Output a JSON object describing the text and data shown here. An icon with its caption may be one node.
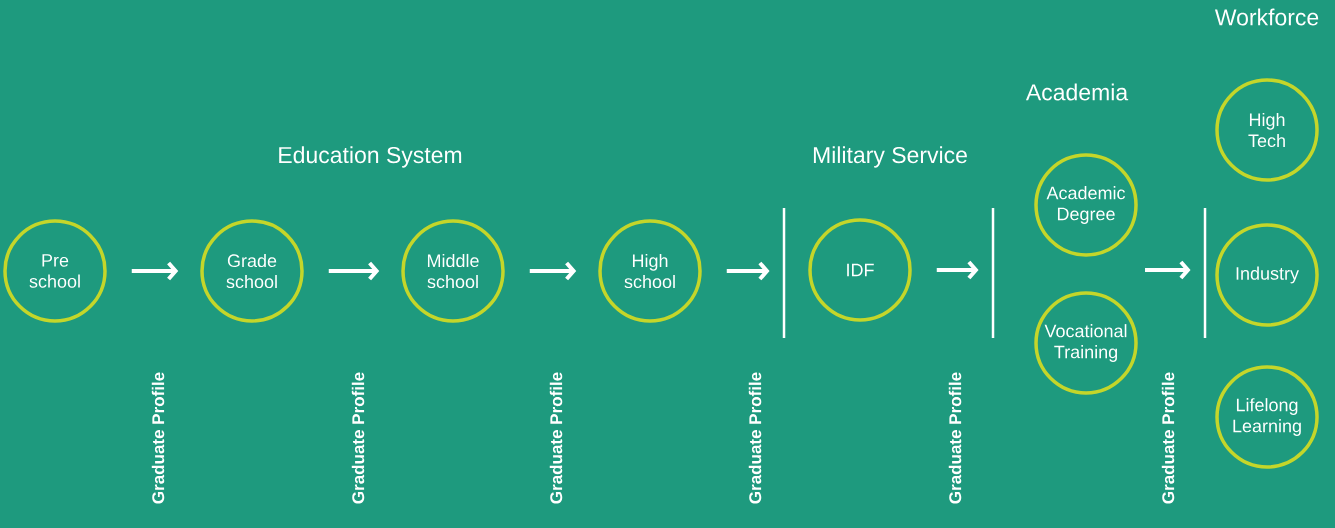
{
  "diagram": {
    "nodes": [
      {
        "text": [
          "Pre school"
        ]
      },
      {
        "text": [
          "Grade school"
        ]
      },
      {
        "text": [
          "Middle school"
        ]
      },
      {
        "text": [
          "High school"
        ]
      },
      {
        "text": [
          "IDF"
        ]
      },
      {
        "text": [
          "Academic Degree"
        ]
      },
      {
        "text": [
          "Vocational Training"
        ]
      },
      {
        "text": [
          "High Tech"
        ]
      },
      {
        "text": [
          "Industry"
        ]
      },
      {
        "text": [
          "Lifelong Learning"
        ]
      },
      {
        "text": [],
        "shape": "bar"
      },
      {
        "text": [],
        "shape": "bar"
      },
      {
        "text": [],
        "shape": "bar"
      }
    ],
    "edges": [
      {
        "from": 0,
        "to": 1,
        "arrow": "to"
      },
      {
        "from": 1,
        "to": 2,
        "arrow": "to"
      },
      {
        "from": 2,
        "to": 3,
        "arrow": "to"
      },
      {
        "from": 3,
        "to": 10,
        "arrow": "to"
      },
      {
        "from": 4,
        "to": 11,
        "arrow": "to"
      },
      {
        "from": null,
        "to": 12,
        "arrow": "to"
      }
    ],
    "labels": [
      "Workforce",
      "Academia",
      "Education System",
      "Military Service",
      "Graduate Profile",
      "Graduate Profile",
      "Graduate Profile",
      "Graduate Profile",
      "Graduate Profile",
      "Graduate Profile"
    ]
  }
}
